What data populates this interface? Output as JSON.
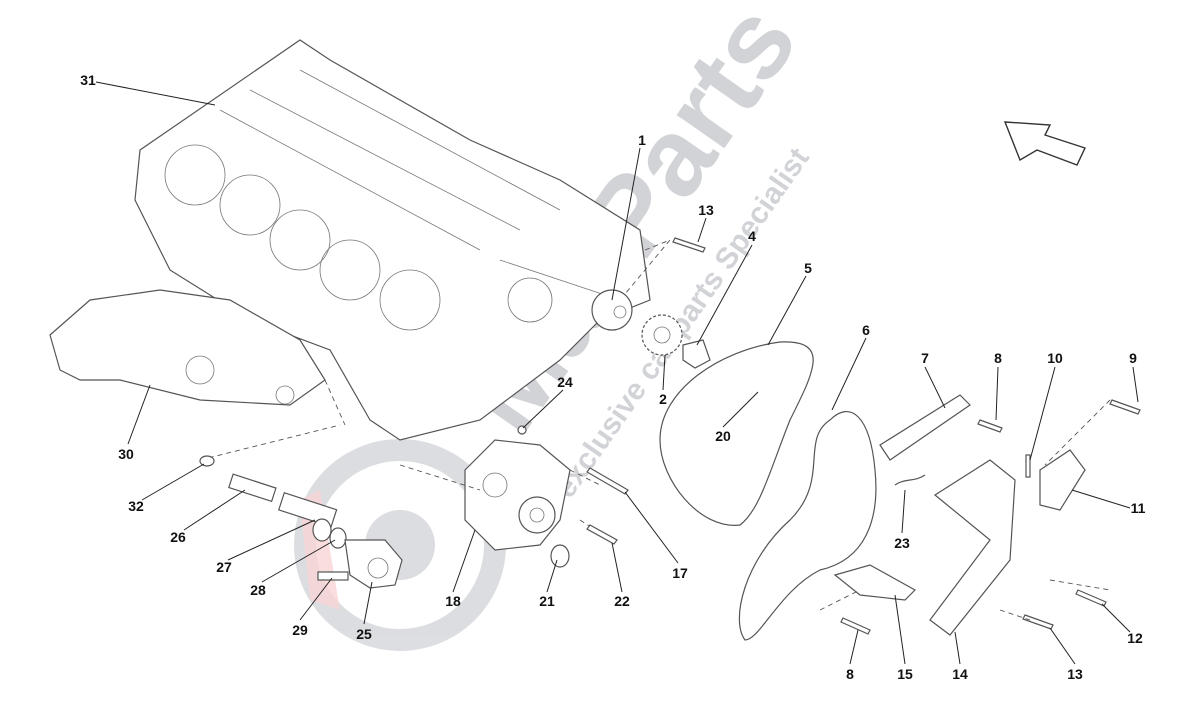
{
  "watermark": {
    "brand": "MaxParts",
    "tagline": "exclusive car parts Specialist"
  },
  "callouts": {
    "c31": "31",
    "c1": "1",
    "c13a": "13",
    "c4": "4",
    "c5": "5",
    "c6": "6",
    "c7": "7",
    "c8a": "8",
    "c10": "10",
    "c9": "9",
    "c11": "11",
    "c12": "12",
    "c13b": "13",
    "c14": "14",
    "c15": "15",
    "c8b": "8",
    "c23": "23",
    "c20": "20",
    "c2": "2",
    "c24": "24",
    "c17": "17",
    "c22": "22",
    "c21": "21",
    "c18": "18",
    "c25": "25",
    "c29": "29",
    "c28": "28",
    "c27": "27",
    "c26": "26",
    "c32": "32",
    "c30": "30"
  },
  "icons": {
    "direction": "direction-arrow-icon"
  }
}
